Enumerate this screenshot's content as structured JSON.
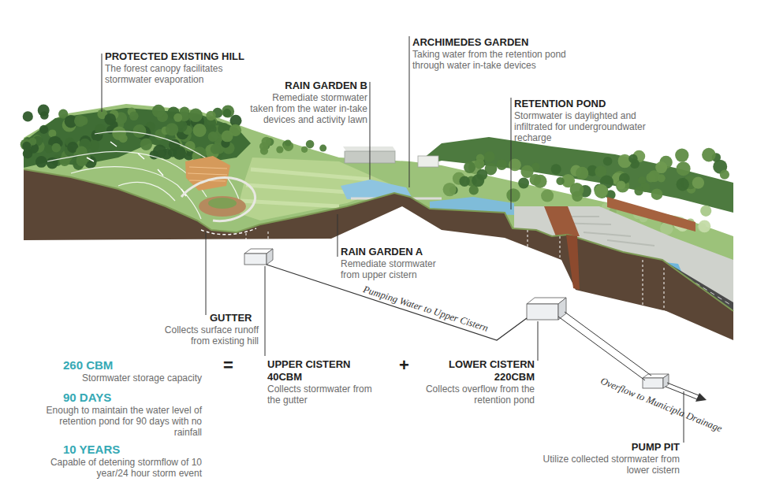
{
  "diagram": {
    "labels": [
      "PROTECTED EXISTING HILL",
      "The forest canopy facilitates stormwater evaporation",
      "ARCHIMEDES GARDEN",
      "Taking water from the retention pond through water in-take devices",
      "RAIN GARDEN B",
      "Remediate stormwater taken from the water in-take devices and activity lawn",
      "RETENTION POND",
      "Stormwater is daylighted and infiltrated for undergroundwater recharge",
      "GUTTER",
      "Collects surface runoff from existing hill",
      "RAIN GARDEN A",
      "Remediate stormwater from upper cistern",
      "Pumping Water to Upper Cistern",
      "260 CBM",
      "Stormwater storage capacity",
      "=",
      "UPPER CISTERN",
      "40CBM",
      "Collects stormwater from the gutter",
      "+",
      "LOWER CISTERN",
      "220CBM",
      "Collects overflow from the retention pond",
      "90 DAYS",
      "Enough to maintain the water level of retention pond for 90 days with no rainfall",
      "10 YEARS",
      "Capable of detening stormflow of 10 year/24 hour storm event",
      "Overflow to Municipla Drainage",
      "PUMP PIT",
      "Utilize collected stormwater from lower cistern"
    ]
  }
}
